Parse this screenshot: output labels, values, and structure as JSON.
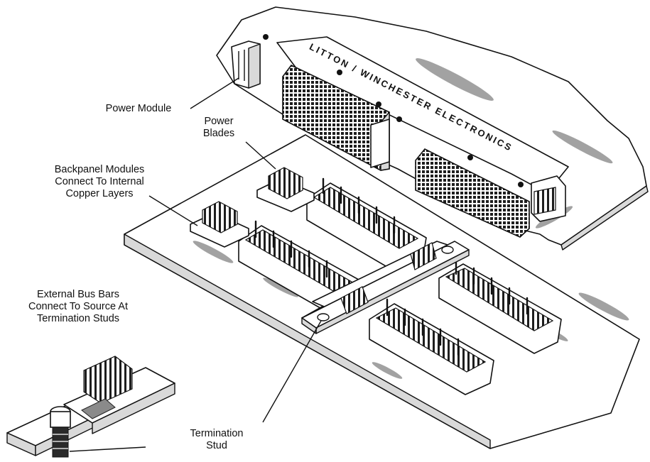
{
  "labels": {
    "power_module": "Power Module",
    "power_blades": "Power\nBlades",
    "backpanel_modules": "Backpanel Modules\nConnect To Internal\nCopper Layers",
    "external_bus_bars": "External Bus Bars\nConnect To Source At\nTermination Studs",
    "termination_stud": "Termination\nStud"
  },
  "markings": {
    "brand": "LITTON / WINCHESTER ELECTRONICS"
  }
}
